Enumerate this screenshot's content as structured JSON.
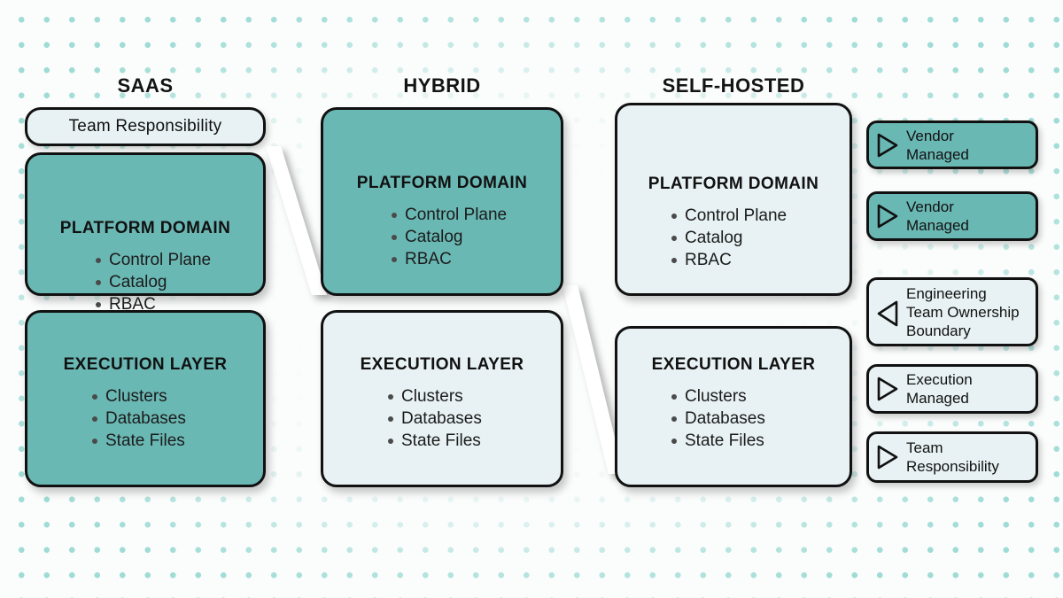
{
  "background": {
    "dot_color": "#9fdcd5",
    "page_color": "#fbfcfc"
  },
  "palette": {
    "teal": "#6ab8b4",
    "light": "#e8f2f4",
    "outline": "#111111",
    "connector": "#ffffff"
  },
  "columns": [
    {
      "header": "SAAS",
      "tab": {
        "label": "Team Responsibility",
        "fill": "light"
      },
      "boxes": [
        {
          "title": "PLATFORM DOMAIN",
          "fill": "teal",
          "items": [
            "Control Plane",
            "Catalog",
            "RBAC"
          ]
        },
        {
          "title": "EXECUTION LAYER",
          "fill": "teal",
          "items": [
            "Clusters",
            "Databases",
            "State Files"
          ]
        }
      ]
    },
    {
      "header": "HYBRID",
      "tab": null,
      "boxes": [
        {
          "title": "PLATFORM DOMAIN",
          "fill": "teal",
          "items": [
            "Control Plane",
            "Catalog",
            "RBAC"
          ]
        },
        {
          "title": "EXECUTION LAYER",
          "fill": "light",
          "items": [
            "Clusters",
            "Databases",
            "State Files"
          ]
        }
      ]
    },
    {
      "header": "SELF-HOSTED",
      "tab": null,
      "boxes": [
        {
          "title": "PLATFORM DOMAIN",
          "fill": "light",
          "items": [
            "Control Plane",
            "Catalog",
            "RBAC"
          ]
        },
        {
          "title": "EXECUTION LAYER",
          "fill": "light",
          "items": [
            "Clusters",
            "Databases",
            "State Files"
          ]
        }
      ]
    }
  ],
  "legend": [
    {
      "label": "Vendor\nManaged",
      "fill": "teal",
      "marker": "triangle-right"
    },
    {
      "label": "Vendor\nManaged",
      "fill": "teal",
      "marker": "triangle-right"
    },
    {
      "label": "Engineering\nTeam Ownership\nBoundary",
      "fill": "light",
      "marker": "triangle-left"
    },
    {
      "label": "Execution\nManaged",
      "fill": "light",
      "marker": "triangle-right"
    },
    {
      "label": "Team\nResponsibility",
      "fill": "light",
      "marker": "triangle-right"
    }
  ]
}
